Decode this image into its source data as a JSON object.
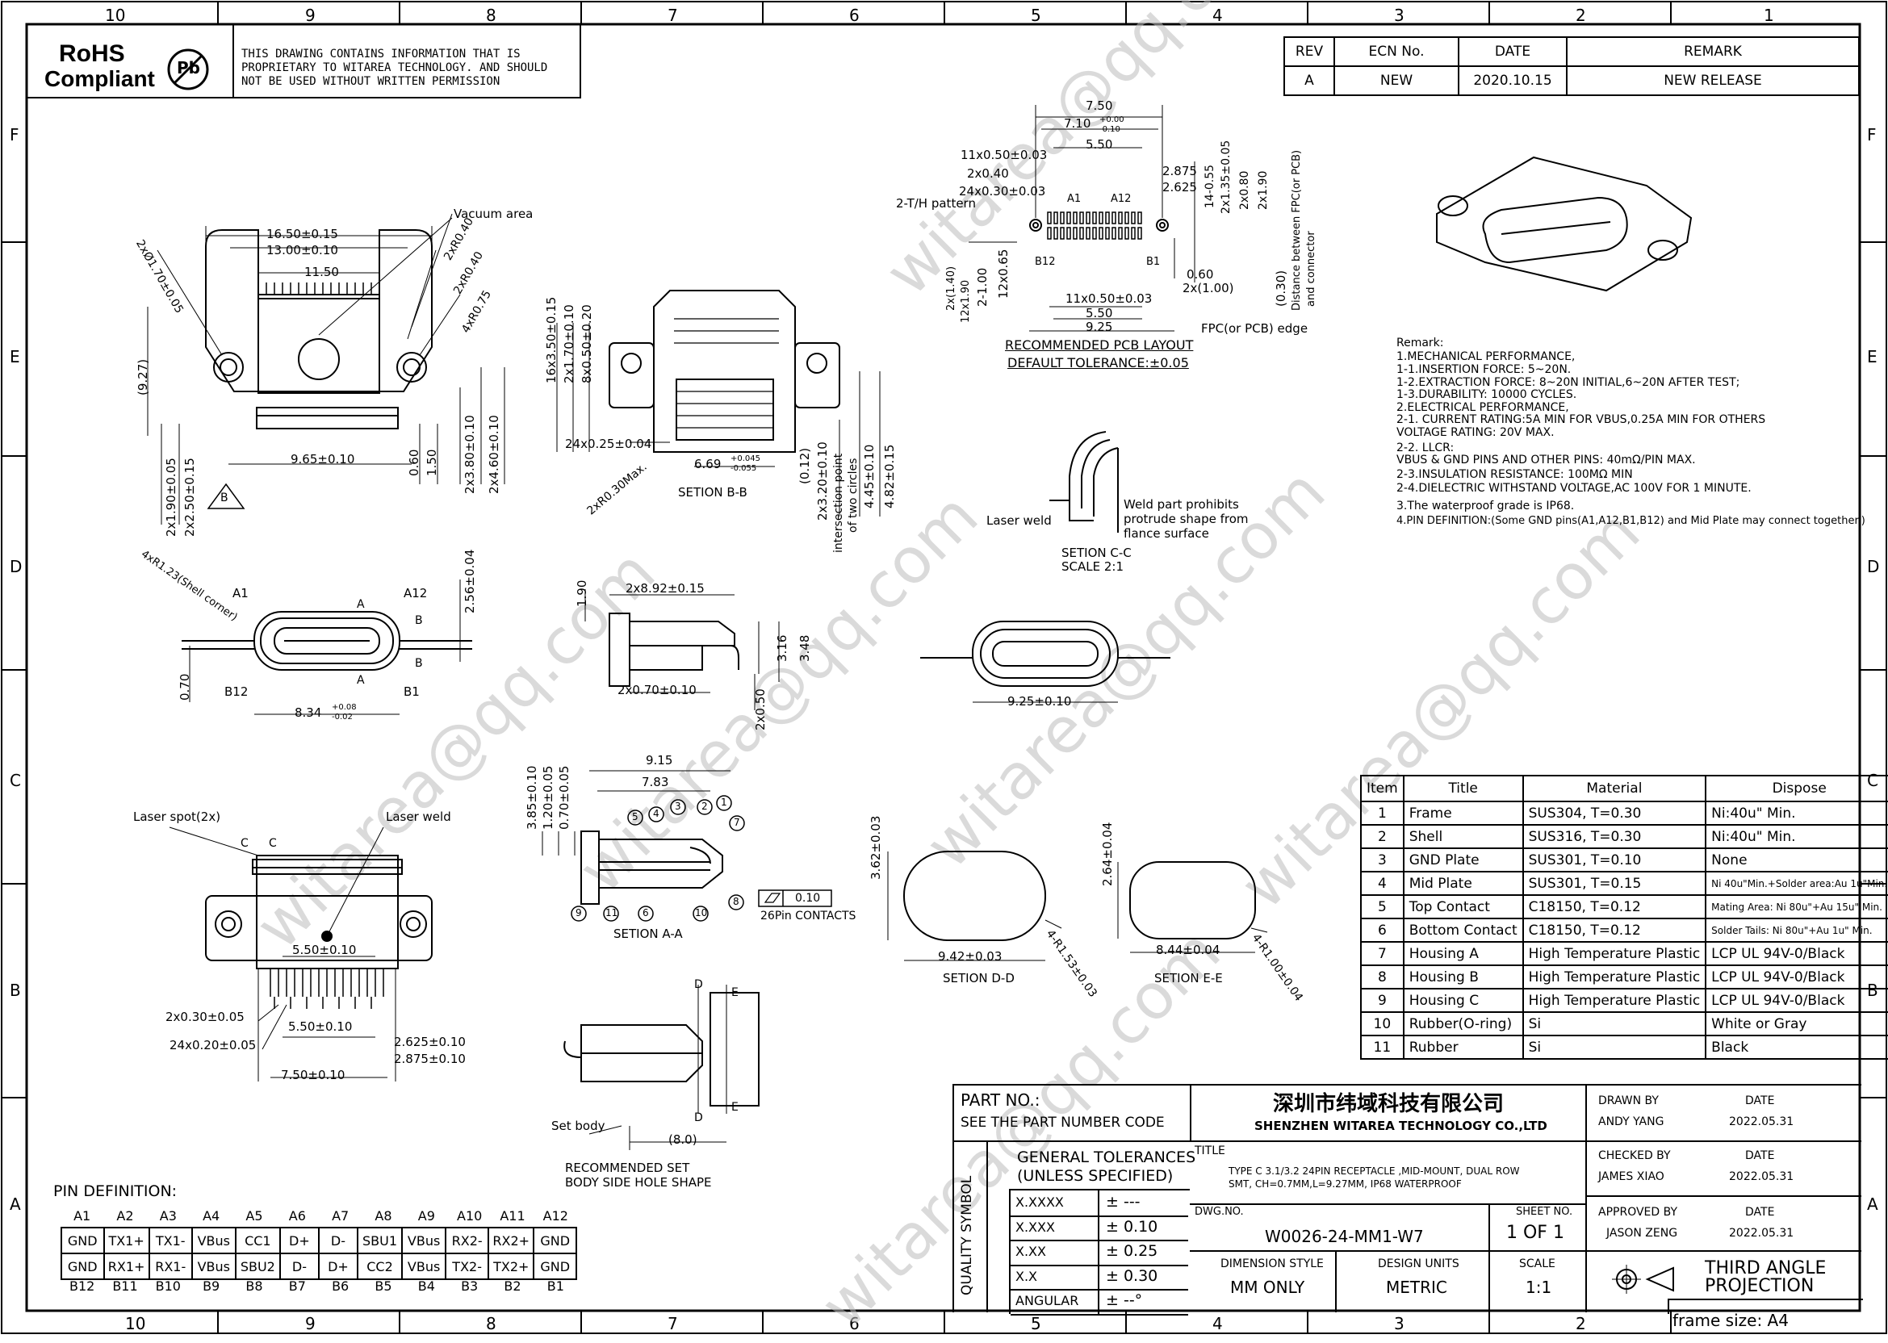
{
  "zones_cols": [
    "10",
    "9",
    "8",
    "7",
    "6",
    "5",
    "4",
    "3",
    "2",
    "1"
  ],
  "zones_rows": [
    "F",
    "E",
    "D",
    "C",
    "B",
    "A"
  ],
  "header": {
    "rohs_line1": "RoHS",
    "rohs_line2": "Compliant",
    "pb_symbol": "Pb",
    "notice": [
      "THIS DRAWING CONTAINS INFORMATION THAT IS",
      "PROPRIETARY TO WITAREA TECHNOLOGY. AND SHOULD",
      "NOT BE USED WITHOUT WRITTEN PERMISSION"
    ]
  },
  "revision": {
    "headers": [
      "REV",
      "ECN No.",
      "DATE",
      "REMARK"
    ],
    "row": [
      "A",
      "NEW",
      "2020.10.15",
      "NEW RELEASE"
    ]
  },
  "watermark": "witarea@qq.com",
  "views": {
    "top_dims": [
      "16.50±0.15",
      "13.00±0.10",
      "11.50",
      "Vacuum area",
      "2xR0.40",
      "2xR0.40",
      "4xR0.75",
      "2xØ1.70±0.05",
      "(9.27)",
      "9.65±0.10",
      "0.60",
      "1.50",
      "2x3.80±0.10",
      "2x4.60±0.10",
      "2x1.90±0.05",
      "2x2.50±0.15",
      "B"
    ],
    "front_dims": [
      "4xR1.23(Shell corner)",
      "A1",
      "A12",
      "B12",
      "B1",
      "A",
      "A",
      "B",
      "B",
      "0.70",
      "8.34",
      "+0.08",
      "-0.02",
      "2.56±0.04"
    ],
    "section_bb": [
      "16x3.50±0.15",
      "2x1.70±0.10",
      "8x0.50±0.20",
      "24x0.25±0.04",
      "6.69",
      "+0.045",
      "-0.055",
      "2xR0.30Max.",
      "(0.12)",
      "2x3.20±0.10",
      "intersection point",
      "of two circles",
      "4.45±0.10",
      "4.82±0.15",
      "SETION B-B"
    ],
    "side_dims": [
      "1.90",
      "2x8.92±0.15",
      "3.16",
      "3.48",
      "2x0.70±0.10",
      "2x0.50"
    ],
    "pcb_dims": [
      "7.50",
      "7.10",
      "+0.00",
      "-0.10",
      "5.50",
      "11x0.50±0.03",
      "2x0.40",
      "24x0.30±0.03",
      "2-T/H pattern",
      "A1",
      "A12",
      "B12",
      "B1",
      "2.875",
      "2.625",
      "2x1.35±0.05",
      "14-0.55",
      "2x0.80",
      "2x1.90",
      "0.60",
      "2x(1.00)",
      "11x0.50±0.03",
      "5.50",
      "9.25",
      "FPC(or PCB) edge",
      "2x(1.40)",
      "12x1.90",
      "2-1.00",
      "12x0.65",
      "(0.30)",
      "Distance between FPC(or PCB)",
      "and connector"
    ],
    "pcb_title": "RECOMMENDED PCB LAYOUT",
    "pcb_tol": "DEFAULT TOLERANCE:±0.05",
    "section_cc": [
      "Laser weld",
      "Weld part prohibits",
      "protrude shape from",
      "flance surface",
      "SETION C-C",
      "SCALE 2:1"
    ],
    "end_view": [
      "9.25±0.10"
    ],
    "bottom_view": [
      "Laser spot(2x)",
      "Laser weld",
      "C",
      "C",
      "5.50±0.10",
      "2x0.30±0.05",
      "5.50±0.10",
      "24x0.20±0.05",
      "2.625±0.10",
      "2.875±0.10",
      "7.50±0.10"
    ],
    "section_aa": [
      "9.15",
      "7.83",
      "3.85±0.10",
      "1.20±0.05",
      "0.70±0.05",
      "5",
      "4",
      "3",
      "2",
      "1",
      "7",
      "8",
      "9",
      "11",
      "6",
      "10",
      "0.10",
      "26Pin CONTACTS",
      "SETION A-A"
    ],
    "section_dd": [
      "3.62±0.03",
      "9.42±0.03",
      "4-R1.53±0.03",
      "SETION D-D"
    ],
    "section_ee": [
      "2.64±0.04",
      "8.44±0.04",
      "4-R1.00±0.04",
      "SETION E-E"
    ],
    "set_body": [
      "D",
      "D",
      "E",
      "E",
      "Set body",
      "(8.0)",
      "RECOMMENDED SET",
      "BODY SIDE HOLE SHAPE"
    ]
  },
  "remarks": [
    "Remark:",
    "1.MECHANICAL PERFORMANCE,",
    "   1-1.INSERTION FORCE: 5~20N.",
    "   1-2.EXTRACTION FORCE: 8~20N INITIAL,6~20N AFTER TEST;",
    "   1-3.DURABILITY: 10000 CYCLES.",
    "2.ELECTRICAL PERFORMANCE,",
    "   2-1. CURRENT RATING:5A MIN FOR VBUS,0.25A MIN FOR OTHERS",
    "         VOLTAGE RATING: 20V MAX.",
    "   2-2. LLCR:",
    "         VBUS & GND PINS AND OTHER PINS: 40mΩ/PIN MAX.",
    "   2-3.INSULATION RESISTANCE: 100MΩ   MIN",
    "   2-4.DIELECTRIC WITHSTAND VOLTAGE,AC  100V FOR 1 MINUTE.",
    "3.The waterproof grade is IP68.",
    "4.PIN DEFINITION:(Some GND pins(A1,A12,B1,B12) and Mid Plate may connect together.)"
  ],
  "bom": {
    "headers": [
      "Item",
      "Title",
      "Material",
      "Dispose"
    ],
    "rows": [
      [
        "1",
        "Frame",
        "SUS304, T=0.30",
        "Ni:40u\" Min."
      ],
      [
        "2",
        "Shell",
        "SUS316, T=0.30",
        "Ni:40u\" Min."
      ],
      [
        "3",
        "GND Plate",
        "SUS301, T=0.10",
        "None"
      ],
      [
        "4",
        "Mid Plate",
        "SUS301, T=0.15",
        "Ni 40u\"Min.+Solder area:Au 1u\"Min."
      ],
      [
        "5",
        "Top Contact",
        "C18150, T=0.12",
        "Mating Area: Ni 80u\"+Au 15u\" Min."
      ],
      [
        "6",
        "Bottom Contact",
        "C18150, T=0.12",
        "Solder Tails: Ni 80u\"+Au 1u\" Min."
      ],
      [
        "7",
        "Housing A",
        "High Temperature Plastic",
        "LCP UL 94V-0/Black"
      ],
      [
        "8",
        "Housing B",
        "High Temperature Plastic",
        "LCP UL 94V-0/Black"
      ],
      [
        "9",
        "Housing C",
        "High Temperature Plastic",
        "LCP UL 94V-0/Black"
      ],
      [
        "10",
        "Rubber(O-ring)",
        "Si",
        "White or Gray"
      ],
      [
        "11",
        "Rubber",
        "Si",
        "Black"
      ]
    ]
  },
  "pins": {
    "label": "PIN DEFINITION:",
    "top": [
      "A1",
      "A2",
      "A3",
      "A4",
      "A5",
      "A6",
      "A7",
      "A8",
      "A9",
      "A10",
      "A11",
      "A12"
    ],
    "row1": [
      "GND",
      "TX1+",
      "TX1-",
      "VBus",
      "CC1",
      "D+",
      "D-",
      "SBU1",
      "VBus",
      "RX2-",
      "RX2+",
      "GND"
    ],
    "row2": [
      "GND",
      "RX1+",
      "RX1-",
      "VBus",
      "SBU2",
      "D-",
      "D+",
      "CC2",
      "VBus",
      "TX2-",
      "TX2+",
      "GND"
    ],
    "bottom": [
      "B12",
      "B11",
      "B10",
      "B9",
      "B8",
      "B7",
      "B6",
      "B5",
      "B4",
      "B3",
      "B2",
      "B1"
    ]
  },
  "title_block": {
    "part_no_label": "PART NO.:",
    "part_no_value": "SEE THE PART NUMBER CODE",
    "quality_symbol": "QUALITY SYMBOL",
    "general_tol_1": "GENERAL TOLERANCES",
    "general_tol_2": "(UNLESS SPECIFIED)",
    "tol_rows": [
      [
        "X.XXXX",
        "± ---"
      ],
      [
        "X.XXX",
        "± 0.10"
      ],
      [
        "X.XX",
        "± 0.25"
      ],
      [
        "X.X",
        "± 0.30"
      ],
      [
        "ANGULAR",
        "± --°"
      ]
    ],
    "company_cn": "深圳市纬域科技有限公司",
    "company_en": "SHENZHEN WITAREA TECHNOLOGY CO.,LTD",
    "title_label": "TITLE",
    "title_1": "TYPE C 3.1/3.2 24PIN RECEPTACLE ,MID-MOUNT, DUAL ROW",
    "title_2": "SMT, CH=0.7MM,L=9.27MM, IP68 WATERPROOF",
    "dwg_label": "DWG.NO.",
    "dwg_no": "W0026-24-MM1-W7",
    "sheet_label": "SHEET NO.",
    "sheet_value": "1 OF 1",
    "dim_style_label": "DIMENSION STYLE",
    "dim_style": "MM ONLY",
    "units_label": "DESIGN UNITS",
    "units": "METRIC",
    "scale_label": "SCALE",
    "scale": "1:1",
    "drawn_label": "DRAWN BY",
    "drawn_name": "ANDY YANG",
    "checked_label": "CHECKED BY",
    "checked_name": "JAMES XIAO",
    "approved_label": "APPROVED BY",
    "approved_name": "JASON ZENG",
    "date_label": "DATE",
    "drawn_date": "2022.05.31",
    "checked_date": "2022.05.31",
    "approved_date": "2022.05.31",
    "projection_1": "THIRD ANGLE",
    "projection_2": "PROJECTION",
    "frame_size": "frame size: A4"
  }
}
